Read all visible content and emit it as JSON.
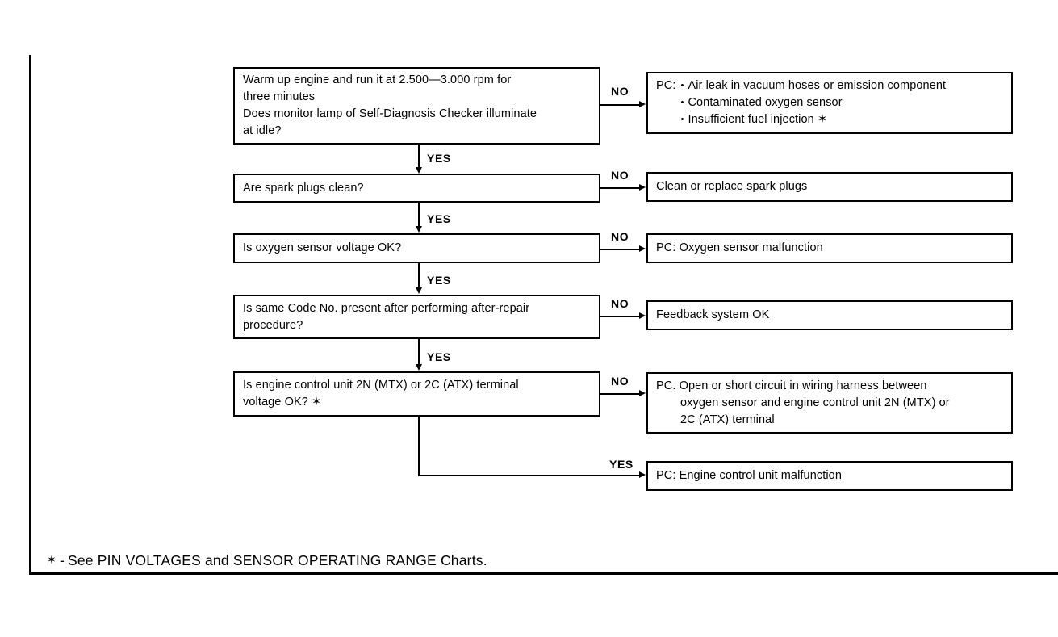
{
  "document": {
    "type": "diagnostic-flowchart",
    "title": "Oxygen sensor / feedback system diagnostic flow chart"
  },
  "footnote": {
    "star": "✶",
    "dash": "-",
    "text": "See PIN VOLTAGES and SENSOR OPERATING RANGE Charts."
  },
  "branch_labels": {
    "yes": "YES",
    "no": "NO"
  },
  "decisions": [
    {
      "id": "warm-up-engine",
      "lines": [
        "Warm up engine and run it at 2.500—3.000 rpm for",
        "three minutes",
        "Does monitor lamp of Self-Diagnosis Checker illuminate",
        "at idle?"
      ]
    },
    {
      "id": "spark-plugs-clean",
      "lines": [
        "Are spark plugs clean?"
      ]
    },
    {
      "id": "oxygen-sensor-voltage",
      "lines": [
        "Is oxygen sensor voltage OK?"
      ]
    },
    {
      "id": "same-code-present",
      "lines": [
        "Is same Code No. present after performing after-repair",
        "procedure?"
      ]
    },
    {
      "id": "ecu-terminal-voltage",
      "lines": [
        "Is engine control unit 2N (MTX) or 2C (ATX) terminal",
        "voltage OK?  ✶"
      ]
    }
  ],
  "outcomes": [
    {
      "id": "pc-air-leak",
      "label": "PC:",
      "bullet": "•",
      "items": [
        "Air leak in vacuum hoses or emission component",
        "Contaminated oxygen sensor",
        "Insufficient fuel injection    ✶"
      ]
    },
    {
      "id": "clean-replace-spark-plugs",
      "lines": [
        "Clean or replace spark plugs"
      ]
    },
    {
      "id": "pc-oxygen-sensor-malfunction",
      "lines": [
        "PC: Oxygen sensor malfunction"
      ]
    },
    {
      "id": "feedback-system-ok",
      "lines": [
        "Feedback system OK"
      ]
    },
    {
      "id": "pc-open-short-circuit",
      "lines": [
        "PC. Open or short circuit in wiring harness between",
        "oxygen sensor and engine control unit 2N (MTX) or",
        "2C (ATX) terminal"
      ]
    },
    {
      "id": "pc-engine-control-unit-malfunction",
      "lines": [
        "PC: Engine control unit malfunction"
      ]
    }
  ]
}
